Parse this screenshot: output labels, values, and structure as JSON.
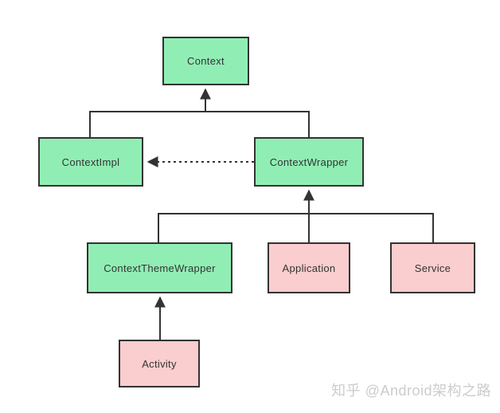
{
  "diagram": {
    "type": "class-hierarchy",
    "subject": "Android Context class hierarchy",
    "nodes": [
      {
        "id": "context",
        "label": "Context",
        "color_role": "green"
      },
      {
        "id": "contextimpl",
        "label": "ContextImpl",
        "color_role": "green"
      },
      {
        "id": "contextwrapper",
        "label": "ContextWrapper",
        "color_role": "green"
      },
      {
        "id": "contextthemewrapper",
        "label": "ContextThemeWrapper",
        "color_role": "green"
      },
      {
        "id": "application",
        "label": "Application",
        "color_role": "pink"
      },
      {
        "id": "service",
        "label": "Service",
        "color_role": "pink"
      },
      {
        "id": "activity",
        "label": "Activity",
        "color_role": "pink"
      }
    ],
    "edges": [
      {
        "from": "contextimpl",
        "to": "context",
        "style": "solid",
        "arrow": "filled-triangle"
      },
      {
        "from": "contextwrapper",
        "to": "context",
        "style": "solid",
        "arrow": "filled-triangle"
      },
      {
        "from": "contextwrapper",
        "to": "contextimpl",
        "style": "dotted",
        "arrow": "filled-triangle"
      },
      {
        "from": "contextthemewrapper",
        "to": "contextwrapper",
        "style": "solid",
        "arrow": "filled-triangle"
      },
      {
        "from": "application",
        "to": "contextwrapper",
        "style": "solid",
        "arrow": "filled-triangle"
      },
      {
        "from": "service",
        "to": "contextwrapper",
        "style": "solid",
        "arrow": "filled-triangle"
      },
      {
        "from": "activity",
        "to": "contextthemewrapper",
        "style": "solid",
        "arrow": "filled-triangle"
      }
    ],
    "colors": {
      "node_green": "#90eeb4",
      "node_pink": "#facdce",
      "border": "#333333",
      "line": "#333333",
      "text": "#333333",
      "watermark": "#cccccc",
      "background": "#ffffff"
    },
    "watermark": "知乎 @Android架构之路"
  }
}
